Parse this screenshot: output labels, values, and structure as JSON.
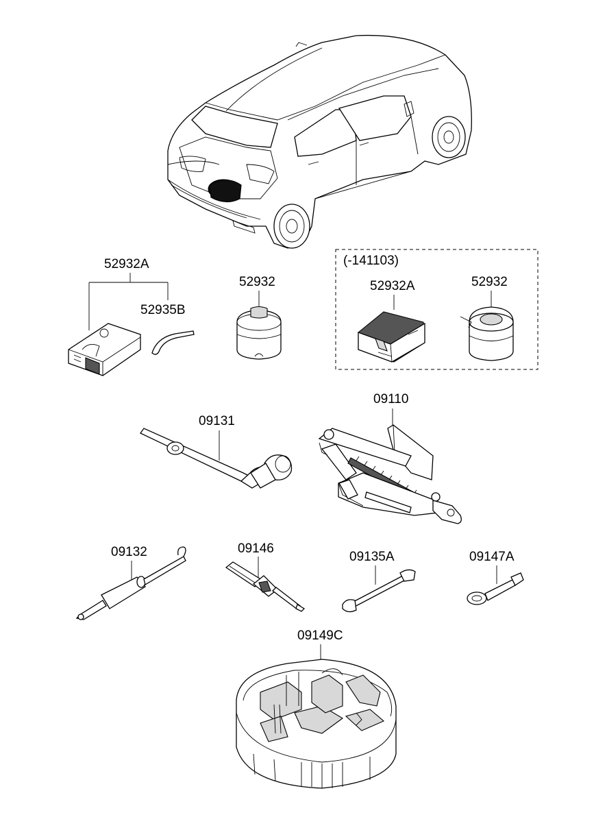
{
  "callouts": {
    "compressor_kit_a": "52932A",
    "sealant_hose": "52935B",
    "sealant_bottle_a": "52932",
    "box_period": "(-141103)",
    "compressor_kit_b": "52932A",
    "sealant_bottle_b": "52932",
    "jack": "09110",
    "lug_wrench": "09131",
    "jack_handle": "09132",
    "screwdriver": "09146",
    "spanner": "09135A",
    "towing_hook": "09147A",
    "tool_tray": "09149C"
  }
}
